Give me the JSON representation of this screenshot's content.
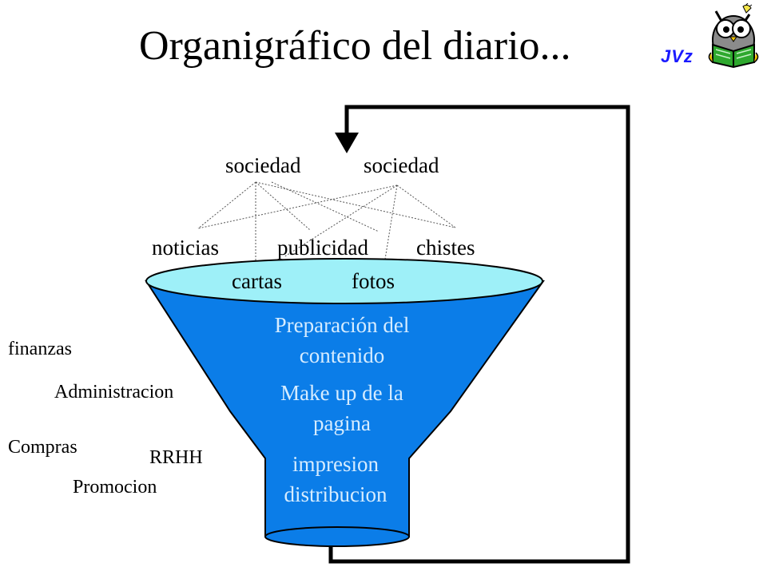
{
  "title": "Organigráfico del diario...",
  "author": "JVz",
  "top_labels": {
    "left": "sociedad",
    "right": "sociedad"
  },
  "content_labels": {
    "noticias": "noticias",
    "publicidad": "publicidad",
    "chistes": "chistes",
    "cartas": "cartas",
    "fotos": "fotos"
  },
  "funnel_stages": {
    "stage1": [
      "Preparación  del",
      "contenido"
    ],
    "stage2": [
      "Make up de la",
      "pagina"
    ],
    "stage3": [
      "impresion",
      "distribucion"
    ]
  },
  "departments": {
    "finanzas": "finanzas",
    "administracion": "Administracion",
    "compras": "Compras",
    "rrhh": "RRHH",
    "promocion": "Promocion"
  },
  "colors": {
    "funnel_body": "#0b7de8",
    "funnel_rim": "#9ef0f8",
    "author": "#1a1aff",
    "inner_text": "#d6ecff"
  }
}
